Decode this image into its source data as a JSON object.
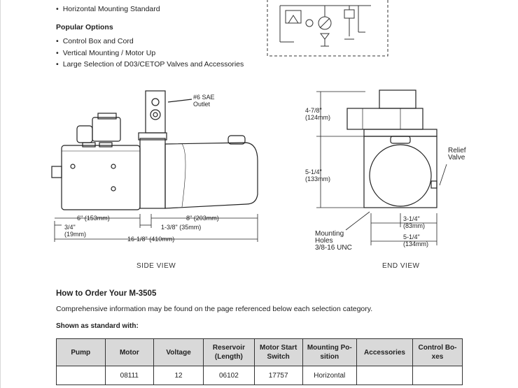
{
  "standard_items": [
    "Horizontal Mounting Standard"
  ],
  "options_heading": "Popular Options",
  "options": [
    "Control Box and Cord",
    "Vertical Mounting / Motor Up",
    "Large Selection of D03/CETOP Valves and Accessories"
  ],
  "side_view": {
    "caption": "SIDE VIEW",
    "outlet_label": [
      "#6 SAE",
      "Outlet"
    ],
    "dims": {
      "d1": "6\" (153mm)",
      "d2": "8\" (203mm)",
      "d3a": "3/4\"",
      "d3b": "(19mm)",
      "d4": "1-3/8\" (35mm)",
      "d5": "16-1/8\" (410mm)"
    }
  },
  "end_view": {
    "caption": "END VIEW",
    "relief_label": [
      "Relief",
      "Valve"
    ],
    "mounting_label": [
      "Mounting",
      "Holes",
      "3/8-16 UNC"
    ],
    "dims": {
      "h1a": "4-7/8\"",
      "h1b": "(124mm)",
      "h2a": "5-1/4\"",
      "h2b": "(133mm)",
      "w1a": "3-1/4\"",
      "w1b": "(83mm)",
      "w2a": "5-1/4\"",
      "w2b": "(134mm)"
    }
  },
  "order": {
    "heading": "How to Order Your M-3505",
    "info": "Comprehensive information may be found on the page referenced below each selection category.",
    "shown_as": "Shown as standard with:",
    "headers": [
      "Pump",
      "Motor",
      "Voltage",
      "Reservoir (Length)",
      "Motor Start Switch",
      "Mounting Position",
      "Accessories",
      "Control Boxes"
    ],
    "header_lines": [
      [
        "Pump"
      ],
      [
        "Motor"
      ],
      [
        "Voltage"
      ],
      [
        "Reservoir",
        "(Length)"
      ],
      [
        "Motor Start",
        "Switch"
      ],
      [
        "Mounting Po-",
        "sition"
      ],
      [
        "Accessories"
      ],
      [
        "Control Bo-",
        "xes"
      ]
    ],
    "row": [
      "",
      "08111",
      "12",
      "06102",
      "17757",
      "Horizontal",
      "",
      ""
    ]
  }
}
